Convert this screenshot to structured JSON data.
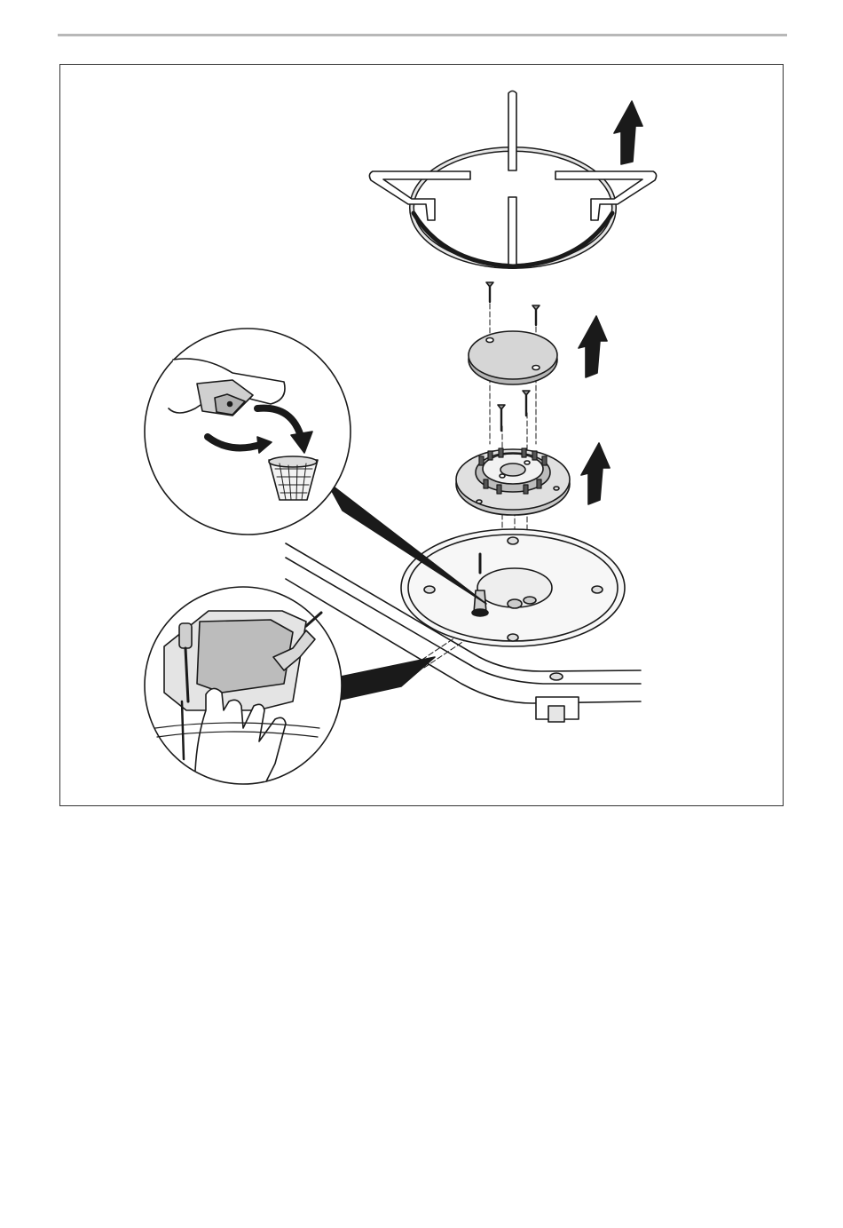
{
  "page": {
    "header_rule_color": "#b8b8b8",
    "frame_color": "#333333",
    "line_color": "#1a1a1a",
    "part_fill": "#d9d9d9",
    "dark_fill": "#555555"
  },
  "figure": {
    "description_icons": [
      "pan-support",
      "burner-cap",
      "burner-crown",
      "screws",
      "up-arrows",
      "hob-base",
      "injector-detail-callout",
      "thermocouple-detail-callout"
    ]
  }
}
